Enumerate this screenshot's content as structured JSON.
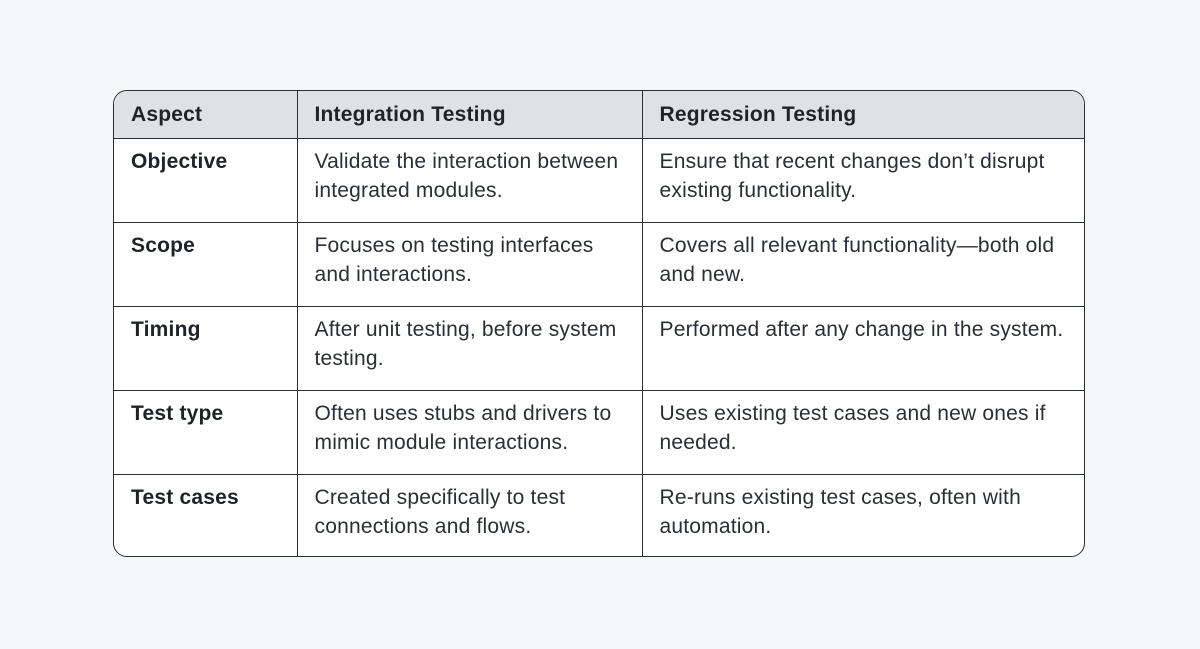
{
  "table": {
    "headers": [
      "Aspect",
      "Integration Testing",
      "Regression Testing"
    ],
    "rows": [
      [
        "Objective",
        "Validate the interaction between integrated modules.",
        "Ensure that recent changes don’t disrupt existing functionality."
      ],
      [
        "Scope",
        "Focuses on testing interfaces and interactions.",
        "Covers all relevant functionality—both old and new."
      ],
      [
        "Timing",
        "After unit testing, before system testing.",
        "Performed after any change in the system."
      ],
      [
        "Test type",
        "Often uses stubs and drivers to mimic module interactions.",
        "Uses existing test cases and new ones if needed."
      ],
      [
        "Test cases",
        "Created specifically to test connections and flows.",
        "Re-runs existing test cases, often with automation."
      ]
    ]
  }
}
